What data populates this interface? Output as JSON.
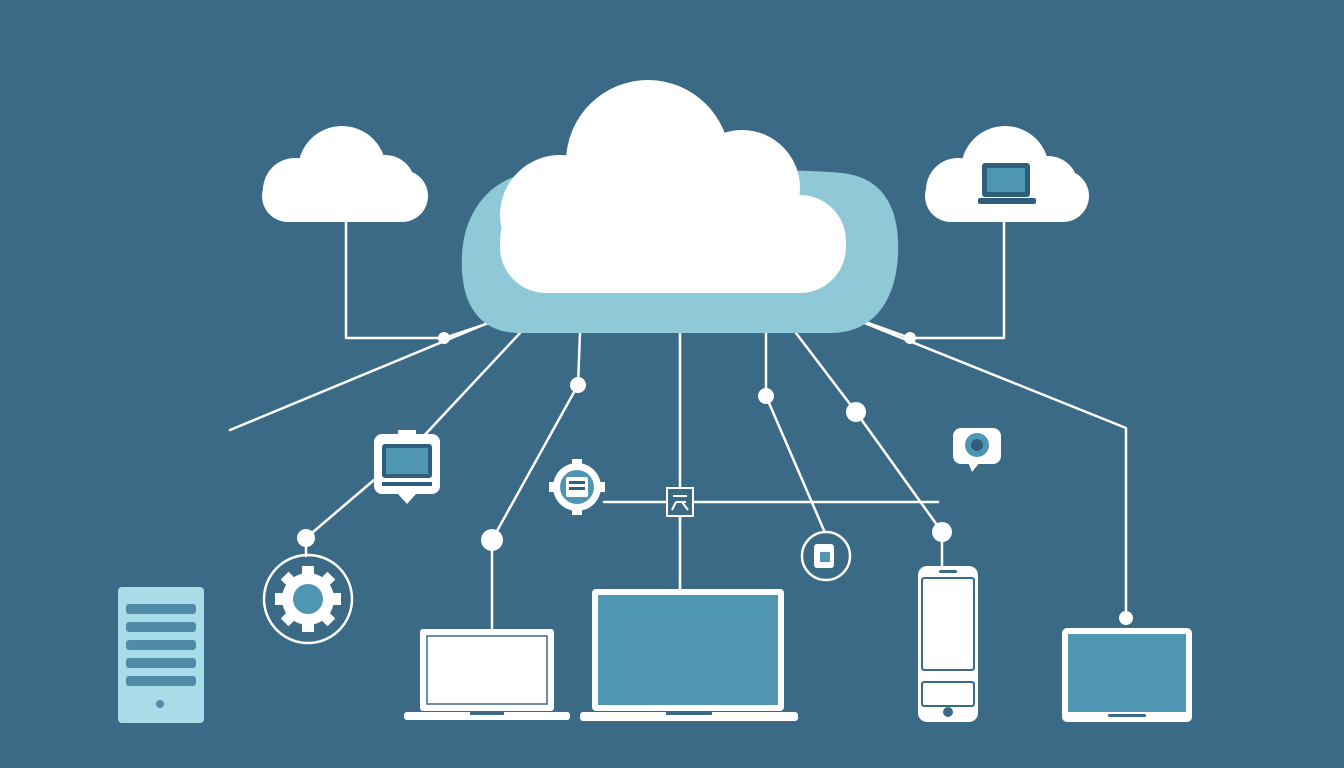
{
  "diagram": {
    "kind": "cloud-computing-network",
    "colors": {
      "background": "#3b6a86",
      "cloud_white": "#ffffff",
      "cloud_light_blue": "#8fc9d8",
      "device_fill": "#4f96b2",
      "line": "#ffffff"
    },
    "nodes": [
      {
        "id": "main-cloud",
        "icon": "cloud-icon"
      },
      {
        "id": "left-cloud",
        "icon": "cloud-icon"
      },
      {
        "id": "right-cloud",
        "icon": "cloud-with-laptop-icon"
      },
      {
        "id": "server",
        "icon": "server-tower-icon"
      },
      {
        "id": "gear",
        "icon": "gear-icon"
      },
      {
        "id": "monitor-badge",
        "icon": "monitor-icon"
      },
      {
        "id": "settings-gear",
        "icon": "settings-gear-icon"
      },
      {
        "id": "junction",
        "icon": "junction-box-icon"
      },
      {
        "id": "app-badge",
        "icon": "app-icon"
      },
      {
        "id": "camera-badge",
        "icon": "camera-icon"
      },
      {
        "id": "laptop-small",
        "icon": "laptop-icon"
      },
      {
        "id": "laptop-large",
        "icon": "laptop-icon"
      },
      {
        "id": "smartphone",
        "icon": "smartphone-icon"
      },
      {
        "id": "tablet",
        "icon": "tablet-icon"
      }
    ]
  }
}
